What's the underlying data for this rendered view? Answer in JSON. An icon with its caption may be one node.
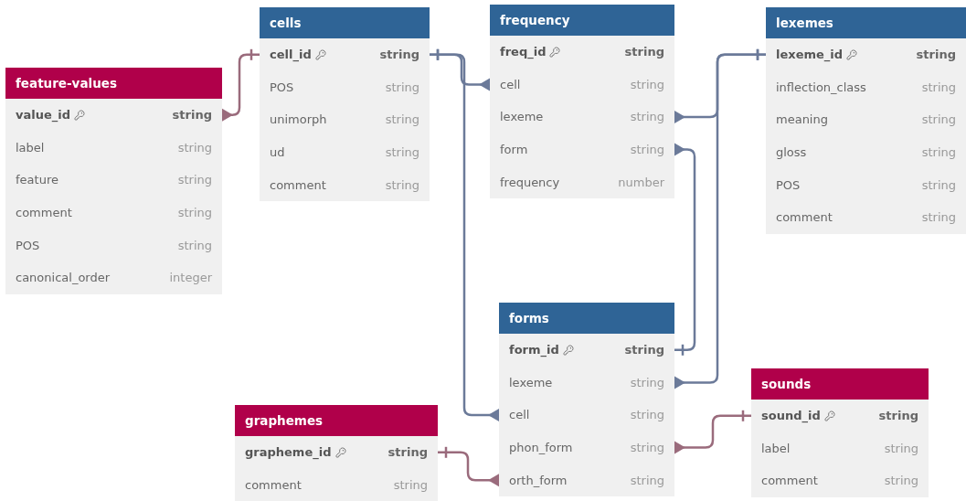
{
  "diagram": {
    "nodes": [
      {
        "text": [
          "feature-values"
        ]
      },
      {
        "text": [
          "value_id",
          "string"
        ],
        "in": 0
      },
      {
        "text": [
          "label",
          "string"
        ],
        "in": 0
      },
      {
        "text": [
          "feature",
          "string"
        ],
        "in": 0
      },
      {
        "text": [
          "comment",
          "string"
        ],
        "in": 0
      },
      {
        "text": [
          "POS",
          "string"
        ],
        "in": 0
      },
      {
        "text": [
          "canonical_order",
          "integer"
        ],
        "in": 0
      },
      {
        "text": [
          "cells"
        ]
      },
      {
        "text": [
          "cell_id",
          "string"
        ],
        "in": 7
      },
      {
        "text": [
          "POS",
          "string"
        ],
        "in": 7
      },
      {
        "text": [
          "unimorph",
          "string"
        ],
        "in": 7
      },
      {
        "text": [
          "ud",
          "string"
        ],
        "in": 7
      },
      {
        "text": [
          "comment",
          "string"
        ],
        "in": 7
      },
      {
        "text": [
          "frequency"
        ]
      },
      {
        "text": [
          "freq_id",
          "string"
        ],
        "in": 13
      },
      {
        "text": [
          "cell",
          "string"
        ],
        "in": 13
      },
      {
        "text": [
          "lexeme",
          "string"
        ],
        "in": 13
      },
      {
        "text": [
          "form",
          "string"
        ],
        "in": 13
      },
      {
        "text": [
          "frequency",
          "number"
        ],
        "in": 13
      },
      {
        "text": [
          "lexemes"
        ]
      },
      {
        "text": [
          "lexeme_id",
          "string"
        ],
        "in": 19
      },
      {
        "text": [
          "inflection_class",
          "string"
        ],
        "in": 19
      },
      {
        "text": [
          "meaning",
          "string"
        ],
        "in": 19
      },
      {
        "text": [
          "gloss",
          "string"
        ],
        "in": 19
      },
      {
        "text": [
          "POS",
          "string"
        ],
        "in": 19
      },
      {
        "text": [
          "comment",
          "string"
        ],
        "in": 19
      },
      {
        "text": [
          "forms"
        ]
      },
      {
        "text": [
          "form_id",
          "string"
        ],
        "in": 26
      },
      {
        "text": [
          "lexeme",
          "string"
        ],
        "in": 26
      },
      {
        "text": [
          "cell",
          "string"
        ],
        "in": 26
      },
      {
        "text": [
          "phon_form",
          "string"
        ],
        "in": 26
      },
      {
        "text": [
          "orth_form",
          "string"
        ],
        "in": 26
      },
      {
        "text": [
          "graphemes"
        ]
      },
      {
        "text": [
          "grapheme_id",
          "string"
        ],
        "in": 32
      },
      {
        "text": [
          "comment",
          "string"
        ],
        "in": 32
      },
      {
        "text": [
          "sounds"
        ]
      },
      {
        "text": [
          "sound_id",
          "string"
        ],
        "in": 35
      },
      {
        "text": [
          "label",
          "string"
        ],
        "in": 35
      },
      {
        "text": [
          "comment",
          "string"
        ],
        "in": 35
      }
    ],
    "edges": [
      {
        "from": 8,
        "to": 1,
        "arrow": "other",
        "color": "#9a6b7c"
      },
      {
        "from": 8,
        "to": 15,
        "arrow": "other"
      },
      {
        "from": 8,
        "to": 29,
        "arrow": "other"
      },
      {
        "from": 20,
        "to": 16,
        "arrow": "other"
      },
      {
        "from": 20,
        "to": 28,
        "arrow": "other"
      },
      {
        "from": 27,
        "to": 17,
        "arrow": "other"
      },
      {
        "from": 33,
        "to": 31,
        "arrow": "other",
        "color": "#9a6b7c"
      },
      {
        "from": 36,
        "to": 30,
        "arrow": "other",
        "color": "#9a6b7c"
      }
    ]
  }
}
